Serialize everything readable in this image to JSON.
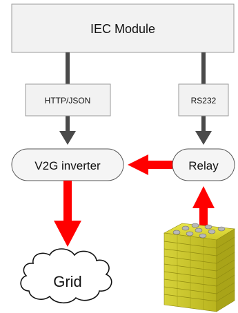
{
  "diagram": {
    "module_label": "IEC Module",
    "http_label": "HTTP/JSON",
    "rs232_label": "RS232",
    "inverter_label": "V2G inverter",
    "relay_label": "Relay",
    "grid_label": "Grid"
  },
  "colors": {
    "power_arrow": "#ff0000",
    "data_arrow": "#4a4a4a",
    "box_fill": "#f2f2f2",
    "battery": "#d9d62e"
  }
}
